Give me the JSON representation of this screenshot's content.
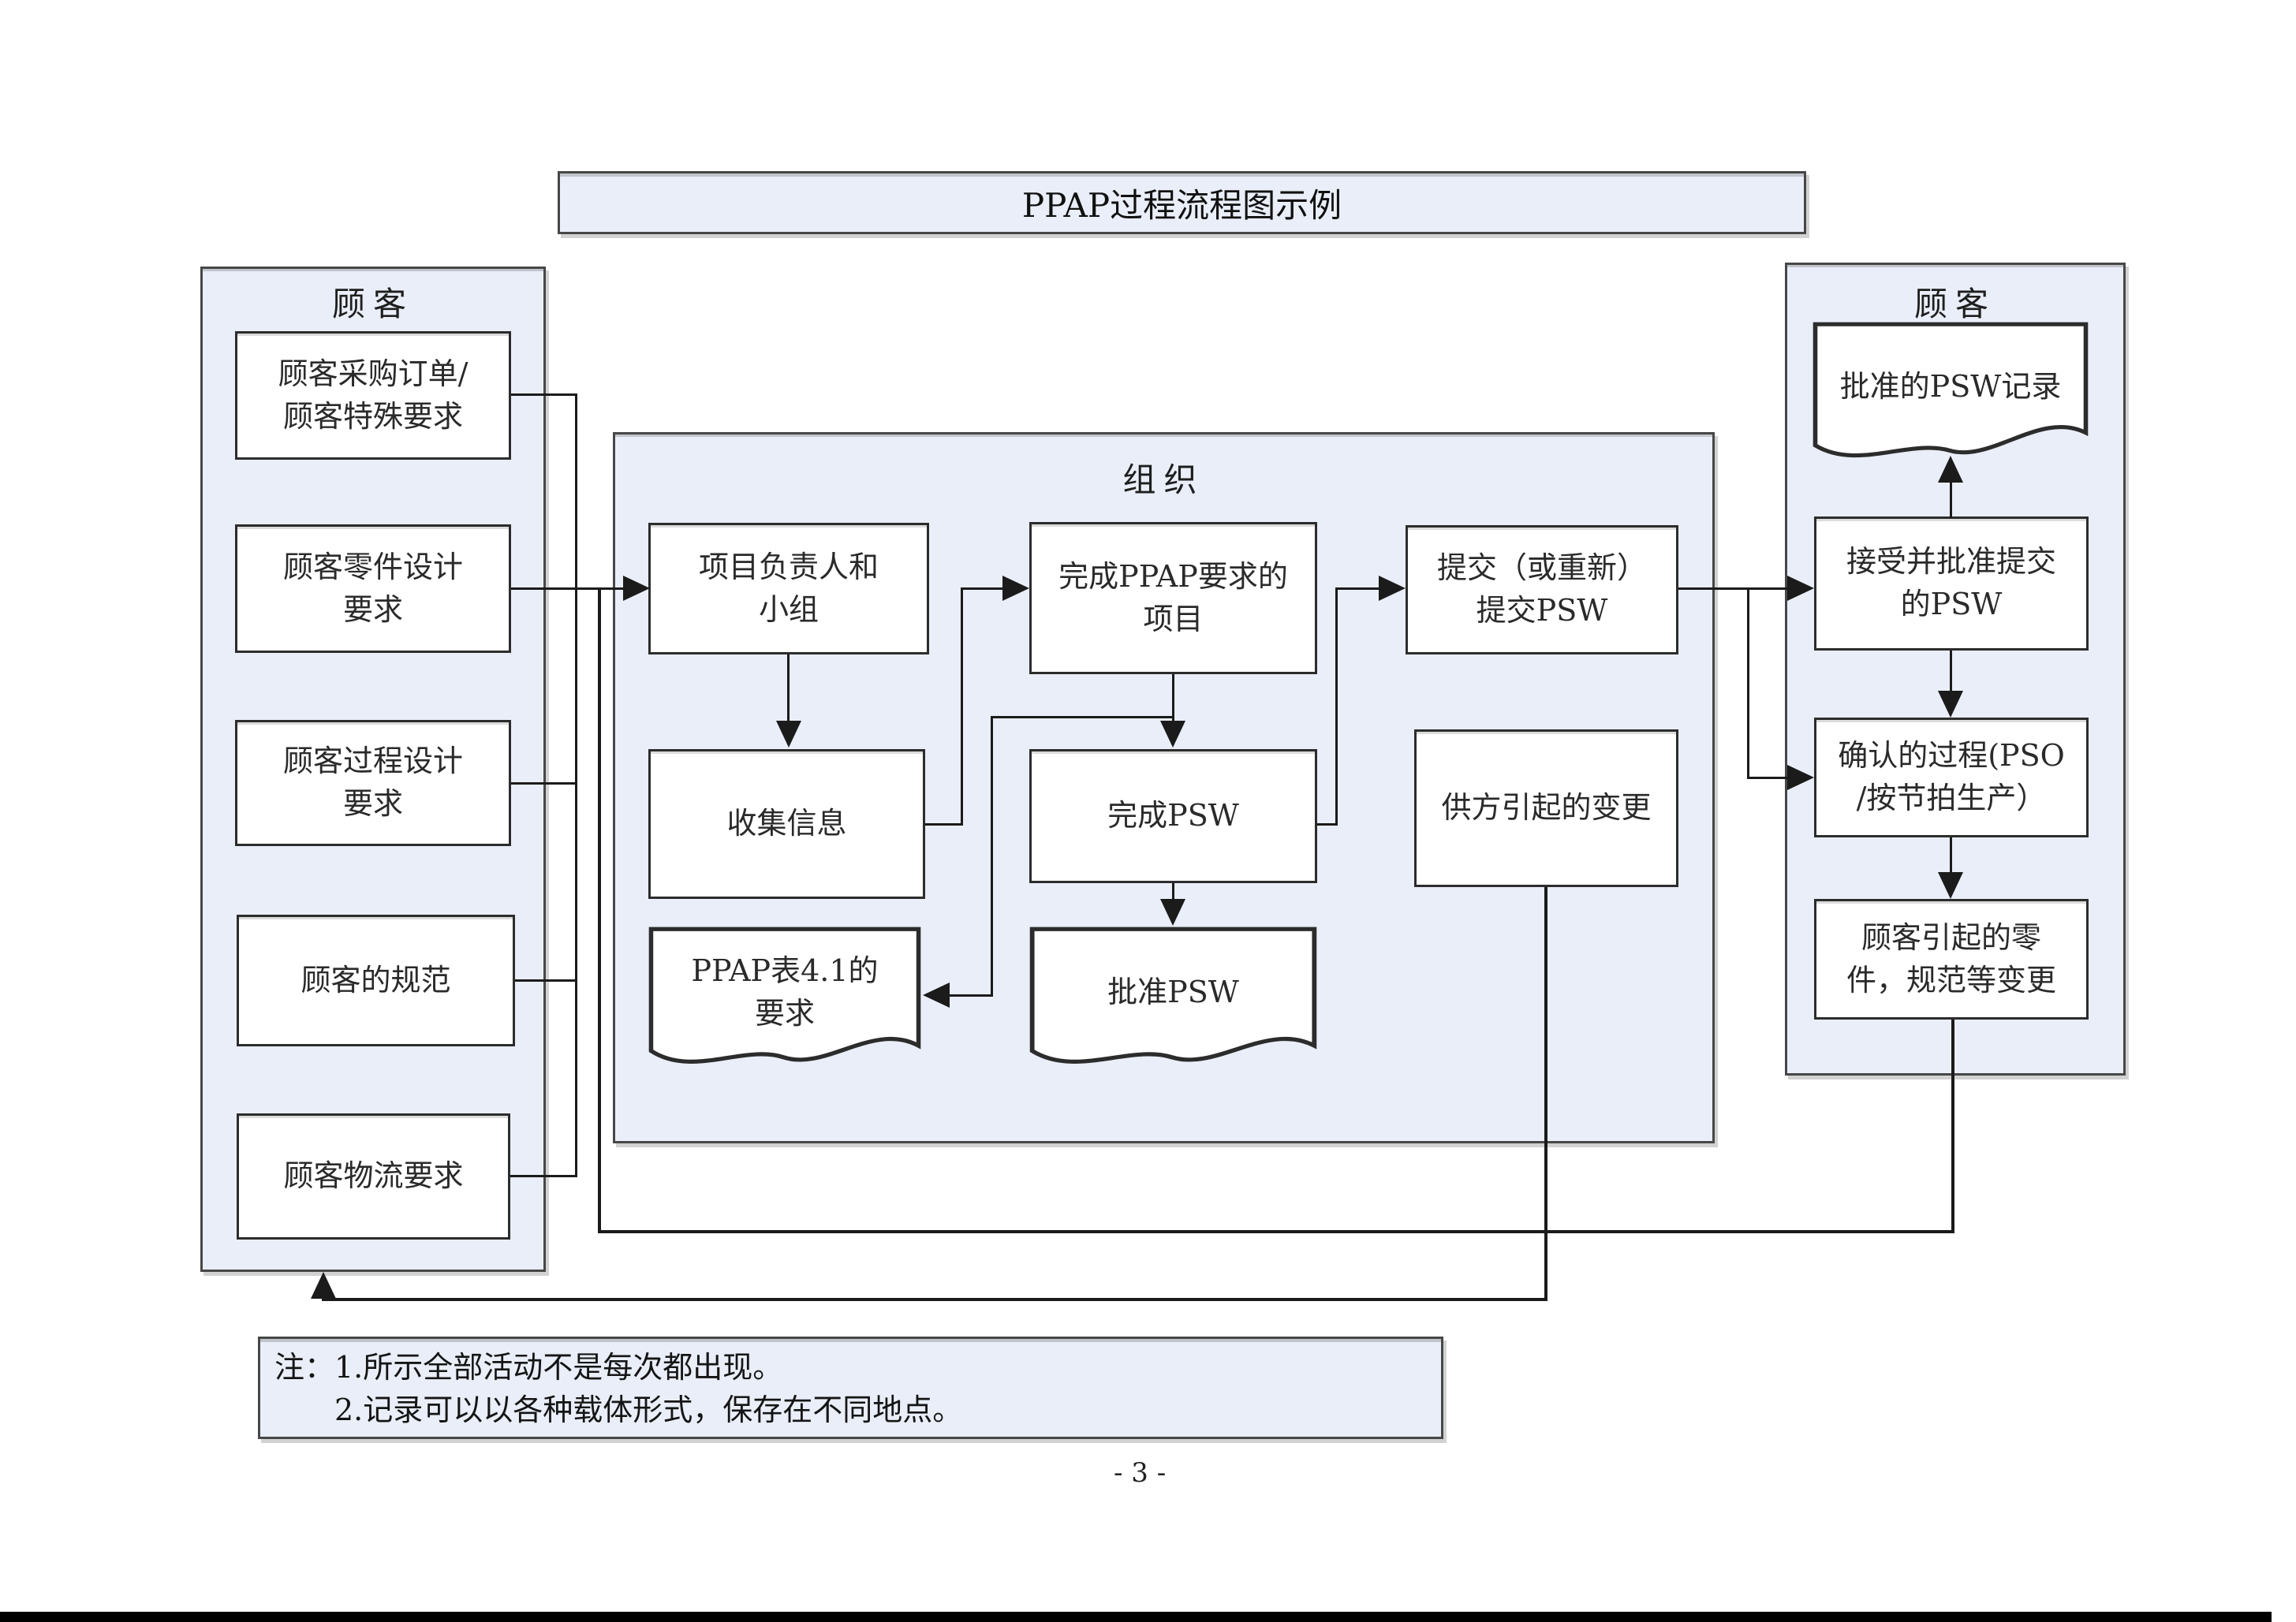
{
  "title": "PPAP过程流程图示例",
  "page_number": "- 3 -",
  "colors": {
    "panel_fill": "#e9eef8",
    "box_fill": "#ffffff",
    "border": "#474747",
    "line": "#1b1b1b"
  },
  "left_panel": {
    "header": "顾客",
    "boxes": [
      {
        "label": "顾客采购订单/\n顾客特殊要求"
      },
      {
        "label": "顾客零件设计\n要求"
      },
      {
        "label": "顾客过程设计\n要求"
      },
      {
        "label": "顾客的规范"
      },
      {
        "label": "顾客物流要求"
      }
    ]
  },
  "org_panel": {
    "header": "组织",
    "boxes": {
      "leader": {
        "label": "项目负责人和\n小组"
      },
      "collect": {
        "label": "收集信息"
      },
      "complete_items": {
        "label": "完成PPAP要求的\n项目"
      },
      "complete_psw": {
        "label": "完成PSW"
      },
      "submit_psw": {
        "label": "提交（或重新）\n提交PSW"
      },
      "supplier_changes": {
        "label": "供方引起的变更"
      }
    },
    "docs": [
      {
        "label": "PPAP表4.1的\n要求"
      },
      {
        "label": "批准PSW"
      }
    ]
  },
  "right_panel": {
    "header": "顾客",
    "doc": {
      "label": "批准的PSW记录"
    },
    "boxes": [
      {
        "label": "接受并批准提交\n的PSW"
      },
      {
        "label": "确认的过程(PSO\n/按节拍生产）"
      },
      {
        "label": "顾客引起的零\n件，规范等变更"
      }
    ]
  },
  "note": {
    "line1": "注：1.所示全部活动不是每次都出现。",
    "line2": "2.记录可以以各种载体形式，保存在不同地点。"
  }
}
